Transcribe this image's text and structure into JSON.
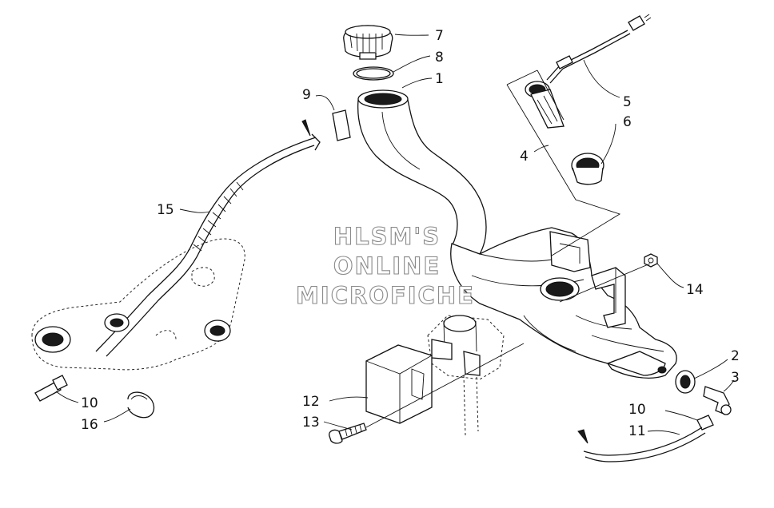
{
  "watermark": {
    "line1": "HLSM'S",
    "line2": "ONLINE",
    "line3": "MICROFICHE"
  },
  "callouts": [
    {
      "id": "c7",
      "text": "7"
    },
    {
      "id": "c8",
      "text": "8"
    },
    {
      "id": "c1",
      "text": "1"
    },
    {
      "id": "c9",
      "text": "9"
    },
    {
      "id": "c5",
      "text": "5"
    },
    {
      "id": "c6",
      "text": "6"
    },
    {
      "id": "c4",
      "text": "4"
    },
    {
      "id": "c15",
      "text": "15"
    },
    {
      "id": "c14",
      "text": "14"
    },
    {
      "id": "c2",
      "text": "2"
    },
    {
      "id": "c3",
      "text": "3"
    },
    {
      "id": "c12",
      "text": "12"
    },
    {
      "id": "c13",
      "text": "13"
    },
    {
      "id": "c10a",
      "text": "10"
    },
    {
      "id": "c16",
      "text": "16"
    },
    {
      "id": "c10b",
      "text": "10"
    },
    {
      "id": "c11",
      "text": "11"
    }
  ]
}
